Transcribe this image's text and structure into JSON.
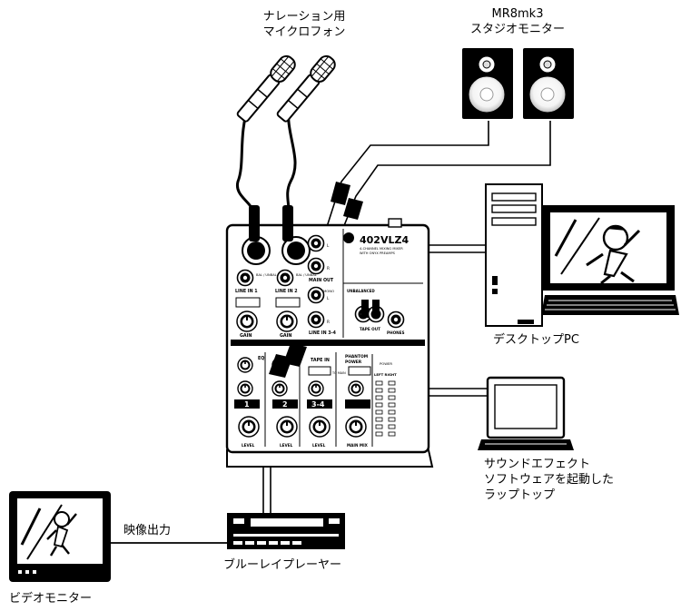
{
  "labels": {
    "narration_mics": [
      "ナレーション用",
      "マイクロフォン"
    ],
    "studio_monitors": [
      "MR8mk3",
      "スタジオモニター"
    ],
    "desktop_pc": "デスクトップPC",
    "laptop": [
      "サウンドエフェクト",
      "ソフトウェアを起動した",
      "ラップトップ"
    ],
    "video_out": "映像出力",
    "bluray_player": "ブルーレイプレーヤー",
    "video_monitor": "ビデオモニター"
  },
  "mixer": {
    "model": "402VLZ4",
    "subtitle": [
      "4-CHANNEL MIXING MIXER",
      "WITH ONYX PREAMPS"
    ],
    "main_out": "MAIN OUT",
    "line_in_1": "LINE IN 1",
    "line_in_2": "LINE IN 2",
    "line_in_34": "LINE IN 3-4",
    "gain": "GAIN",
    "bal_unbal": "BAL / UNBAL",
    "unbalanced": "UNBALANCED",
    "tape_out": "TAPE OUT",
    "phones": "PHONES",
    "eq": "EQ",
    "tape_in": "TAPE IN",
    "phantom_power": [
      "PHANTOM",
      "POWER"
    ],
    "to_main": "TO MAIN",
    "power": "POWER",
    "left_right": "LEFT RIGHT",
    "ch_1": "1",
    "ch_2": "2",
    "ch_34": "3-4",
    "level": "LEVEL",
    "main_mix": "MAIN MIX",
    "mono": "MONO",
    "l": "L",
    "r": "R"
  }
}
